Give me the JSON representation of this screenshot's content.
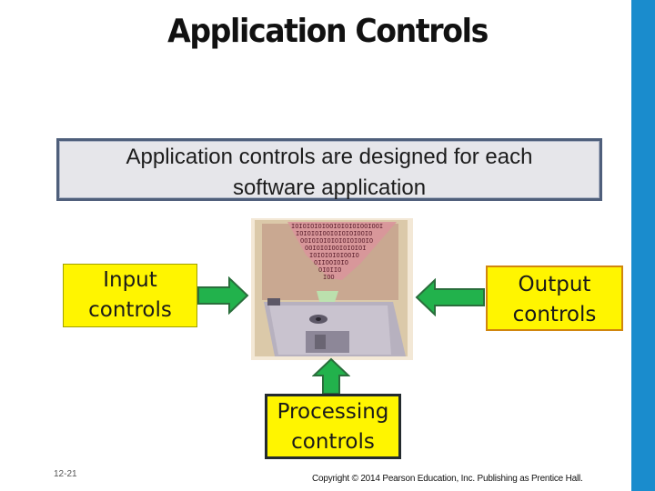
{
  "slide": {
    "title": "Application Controls",
    "main_text_line1": "Application controls are designed for each",
    "main_text_line2": "software application",
    "input_line1": "Input",
    "input_line2": "controls",
    "output_line1": "Output",
    "output_line2": "controls",
    "processing_line1": "Processing",
    "processing_line2": "controls",
    "page_number": "12-21",
    "copyright": "Copyright © 2014 Pearson Education, Inc. Publishing as Prentice Hall."
  },
  "illustration": {
    "binary_rows": [
      "IOIOIOIOIOOIOIOIOIOOIOOI",
      "IOIOIOIOOIOIOIOIOOIO",
      "OOIOIOIOIOIOIOIOOIO",
      "OOIOIOIOOIOIOIOI",
      "IOIOIOIOIOOIO",
      "OIIOOIOIO",
      "OIOIIO",
      "IOO"
    ]
  },
  "colors": {
    "accent_bar": "#1a8ccd",
    "box_fill": "#fff500",
    "arrow_fill": "#22b24c",
    "arrow_stroke": "#2a6e3c"
  }
}
